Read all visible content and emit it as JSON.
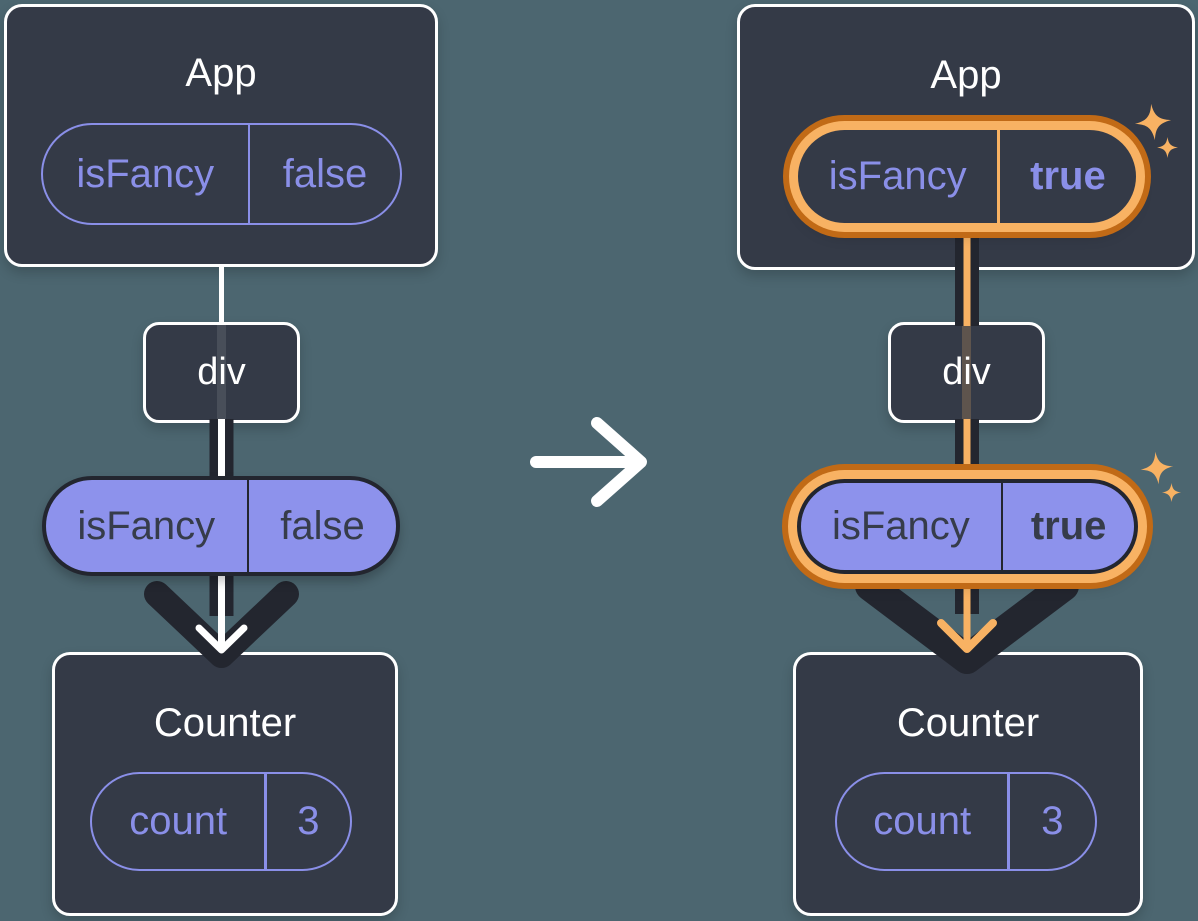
{
  "colors": {
    "background": "#4C6670",
    "panel": "#343A47",
    "ink": "#23262F",
    "white": "#FFFFFF",
    "purple": "#8A8FE8",
    "purple_fill": "#8D92EC",
    "dark_text": "#363C4A",
    "orange": "#F8B263",
    "orange_deep": "#C16A16"
  },
  "before": {
    "app": {
      "title": "App",
      "prop": {
        "name": "isFancy",
        "value": "false"
      }
    },
    "container": {
      "label": "div"
    },
    "passed_prop": {
      "name": "isFancy",
      "value": "false"
    },
    "counter": {
      "title": "Counter",
      "state": {
        "name": "count",
        "value": "3"
      }
    }
  },
  "after": {
    "app": {
      "title": "App",
      "prop": {
        "name": "isFancy",
        "value": "true"
      },
      "highlighted": true
    },
    "container": {
      "label": "div"
    },
    "passed_prop": {
      "name": "isFancy",
      "value": "true",
      "highlighted": true
    },
    "counter": {
      "title": "Counter",
      "state": {
        "name": "count",
        "value": "3"
      }
    }
  }
}
